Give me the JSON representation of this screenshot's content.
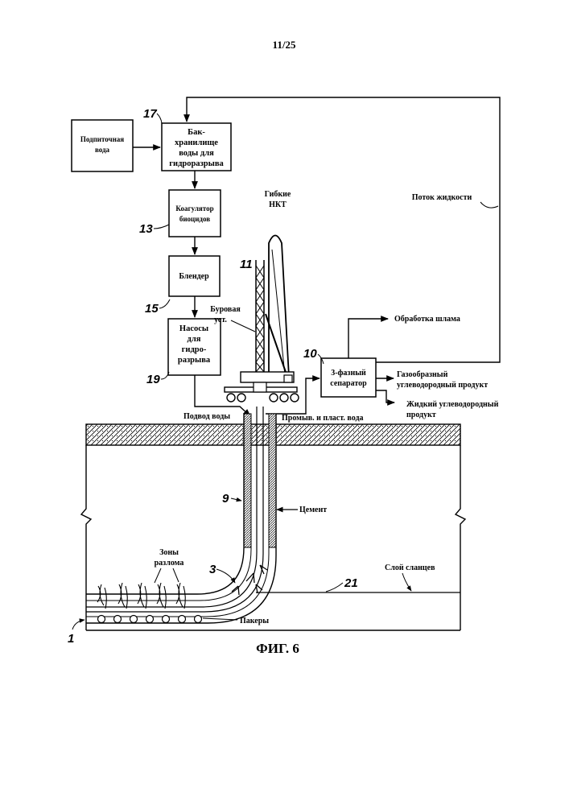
{
  "page_number": "11/25",
  "figure_caption": "ФИГ. 6",
  "blocks": {
    "makeup_water": [
      "Подпиточная",
      "вода"
    ],
    "tank": [
      "Бак-",
      "хранилище",
      "воды для",
      "гидроразрыва"
    ],
    "coagulator": [
      "Коагулятор",
      "биоцидов"
    ],
    "blender": [
      "Блендер"
    ],
    "pumps": [
      "Насосы",
      "для",
      "гидро-",
      "разрыва"
    ],
    "separator": [
      "3-фазный",
      "сепаратор"
    ]
  },
  "labels": {
    "coiled_tubing": [
      "Гибкие",
      "НКТ"
    ],
    "rig": [
      "Буровая",
      "уст."
    ],
    "fluid_flow": "Поток жидкости",
    "sludge": "Обработка шлама",
    "gas_product": [
      "Газообразный",
      "углеводородный продукт"
    ],
    "liquid_product": [
      "Жидкий углеводородный",
      "продукт"
    ],
    "water_supply": "Подвод воды",
    "flowback": "Промыв. и пласт. вода",
    "cement": "Цемент",
    "fracture_zones": [
      "Зоны",
      "разлома"
    ],
    "shale_layer": "Слой сланцев",
    "packers": "Пакеры"
  },
  "ref_numbers": {
    "n17": "17",
    "n13": "13",
    "n15": "15",
    "n19": "19",
    "n11": "11",
    "n10": "10",
    "n9": "9",
    "n3": "3",
    "n21": "21",
    "n1": "1"
  }
}
